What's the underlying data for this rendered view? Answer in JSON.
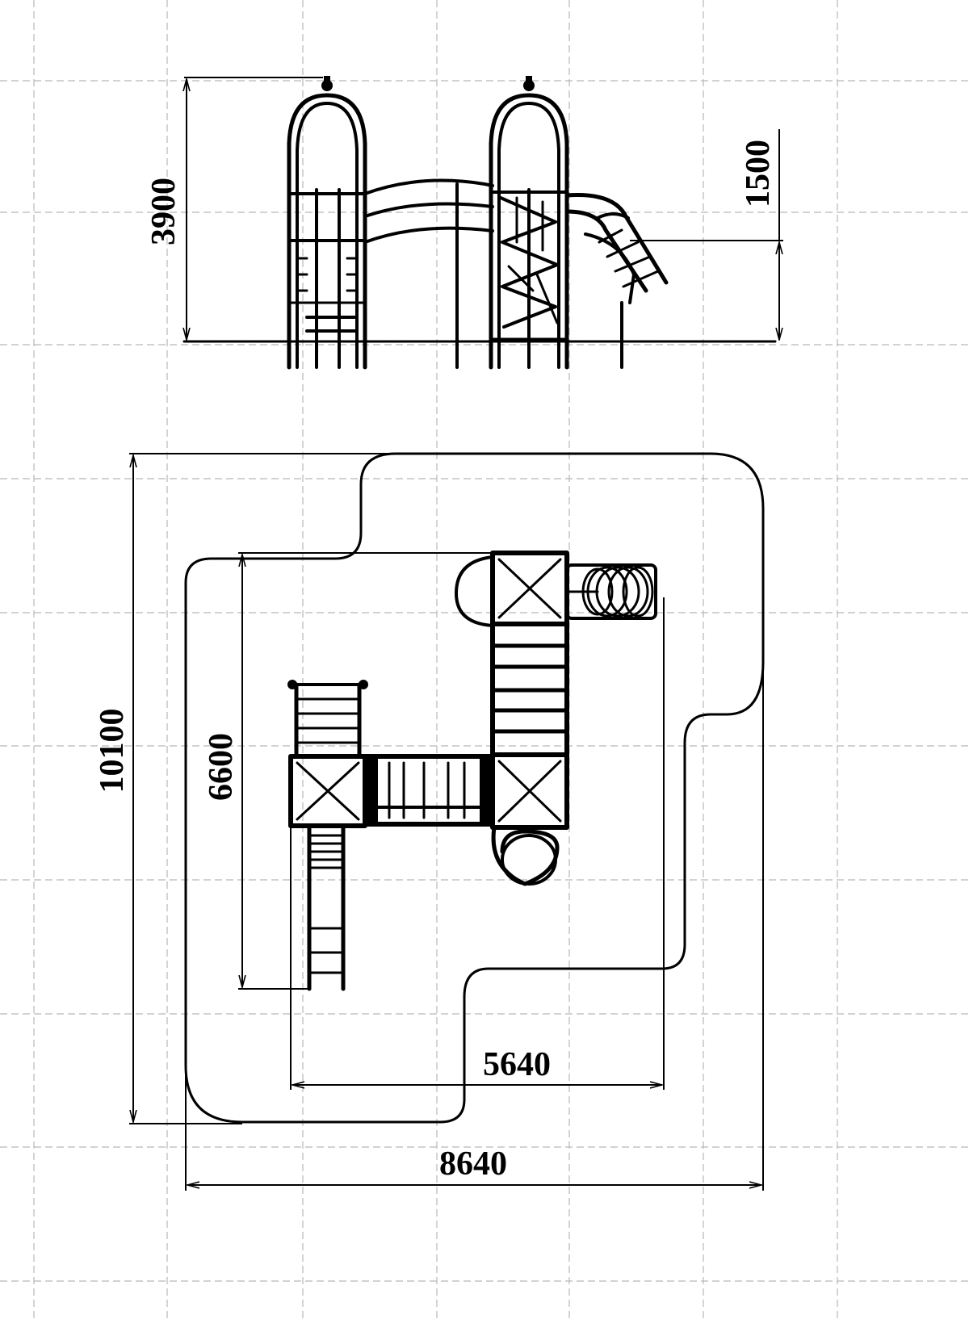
{
  "colors": {
    "background": "#ffffff",
    "grid": "#b8b8b8",
    "ink": "#000000"
  },
  "dimensions": {
    "side_view_height": "3900",
    "side_view_slide_height": "1500",
    "plan_total_depth": "10100",
    "plan_equipment_depth": "6600",
    "plan_equipment_width": "5640",
    "plan_total_width": "8640"
  }
}
